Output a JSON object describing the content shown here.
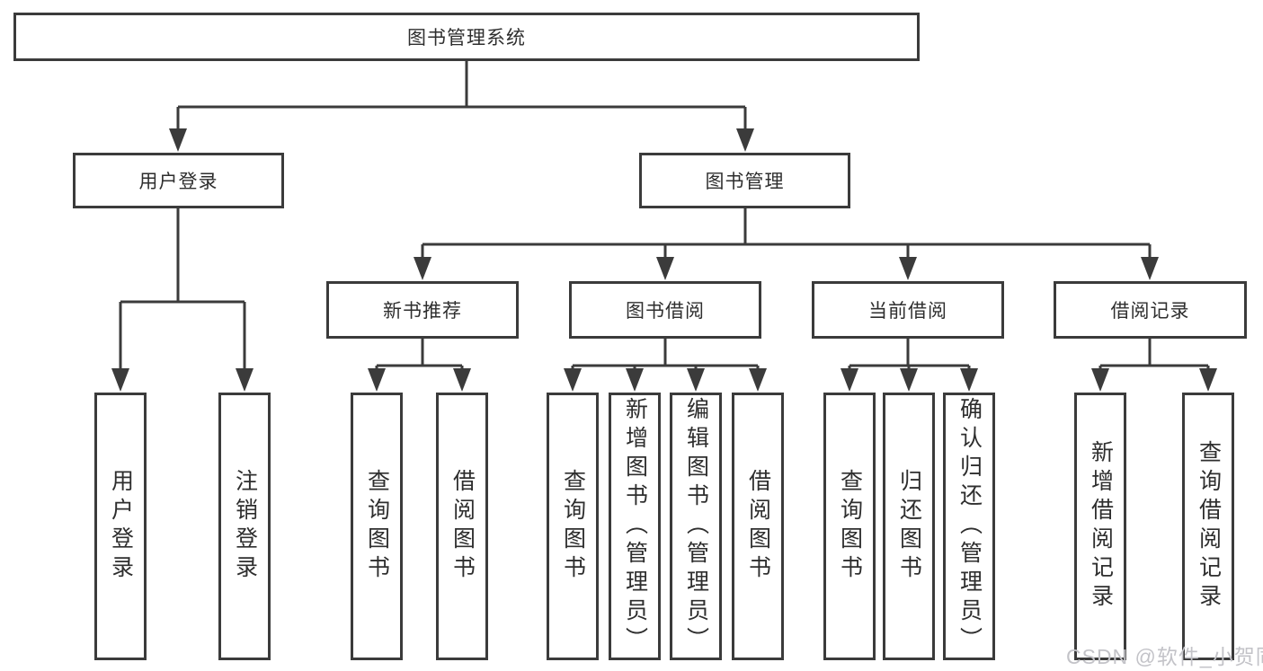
{
  "title": "图书管理系统",
  "watermark": "CSDN @软件_小贺同学",
  "colors": {
    "line": "#3b3b3b",
    "box_border": "#3b3b3b",
    "text": "#2e2e2e",
    "watermark": "#c3c3c8",
    "background": "#ffffff"
  },
  "tree": {
    "root": {
      "label": "图书管理系统"
    },
    "branches": [
      {
        "label": "用户登录",
        "children": [
          {
            "label": "用户登录"
          },
          {
            "label": "注销登录"
          }
        ]
      },
      {
        "label": "图书管理",
        "children": [
          {
            "label": "新书推荐",
            "children": [
              {
                "label": "查询图书"
              },
              {
                "label": "借阅图书"
              }
            ]
          },
          {
            "label": "图书借阅",
            "children": [
              {
                "label": "查询图书"
              },
              {
                "label": "新增图书（管理员）"
              },
              {
                "label": "编辑图书（管理员）"
              },
              {
                "label": "借阅图书"
              }
            ]
          },
          {
            "label": "当前借阅",
            "children": [
              {
                "label": "查询图书"
              },
              {
                "label": "归还图书"
              },
              {
                "label": "确认归还（管理员）"
              }
            ]
          },
          {
            "label": "借阅记录",
            "children": [
              {
                "label": "新增借阅记录"
              },
              {
                "label": "查询借阅记录"
              }
            ]
          }
        ]
      }
    ]
  }
}
